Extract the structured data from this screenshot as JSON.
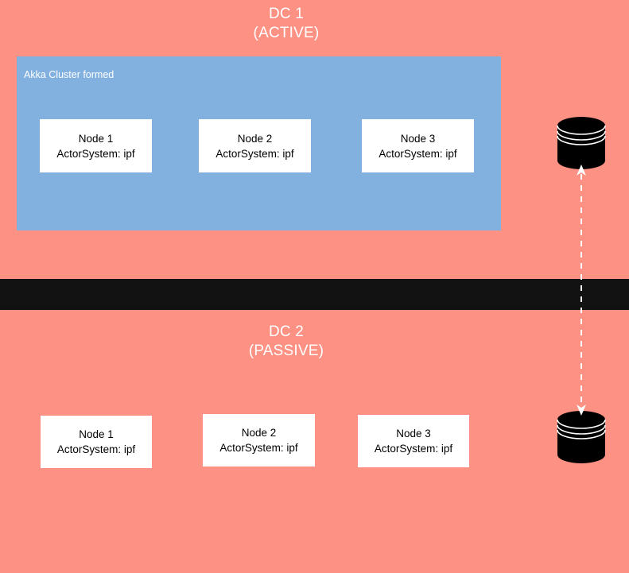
{
  "diagram": {
    "background_color": "#fd9183",
    "divider_color": "#121212",
    "cluster_color": "#82b1e0",
    "node_color": "#ffffff",
    "accent_color": "#ffffff",
    "datacenters": [
      {
        "id": "dc1",
        "title": "DC 1",
        "state": "(ACTIVE)",
        "cluster": {
          "label": "Akka Cluster formed",
          "nodes": [
            {
              "name": "Node 1",
              "actor_system": "ActorSystem: ipf"
            },
            {
              "name": "Node 2",
              "actor_system": "ActorSystem: ipf"
            },
            {
              "name": "Node 3",
              "actor_system": "ActorSystem: ipf"
            }
          ]
        },
        "database": {
          "icon": "database-cylinder-icon"
        }
      },
      {
        "id": "dc2",
        "title": "DC 2",
        "state": "(PASSIVE)",
        "cluster": {
          "label": "",
          "nodes": [
            {
              "name": "Node 1",
              "actor_system": "ActorSystem: ipf"
            },
            {
              "name": "Node 2",
              "actor_system": "ActorSystem: ipf"
            },
            {
              "name": "Node 3",
              "actor_system": "ActorSystem: ipf"
            }
          ]
        },
        "database": {
          "icon": "database-cylinder-icon"
        }
      }
    ],
    "replication_link": {
      "icon": "dashed-double-arrow-icon",
      "style": "dashed",
      "color": "#ffffff"
    }
  }
}
